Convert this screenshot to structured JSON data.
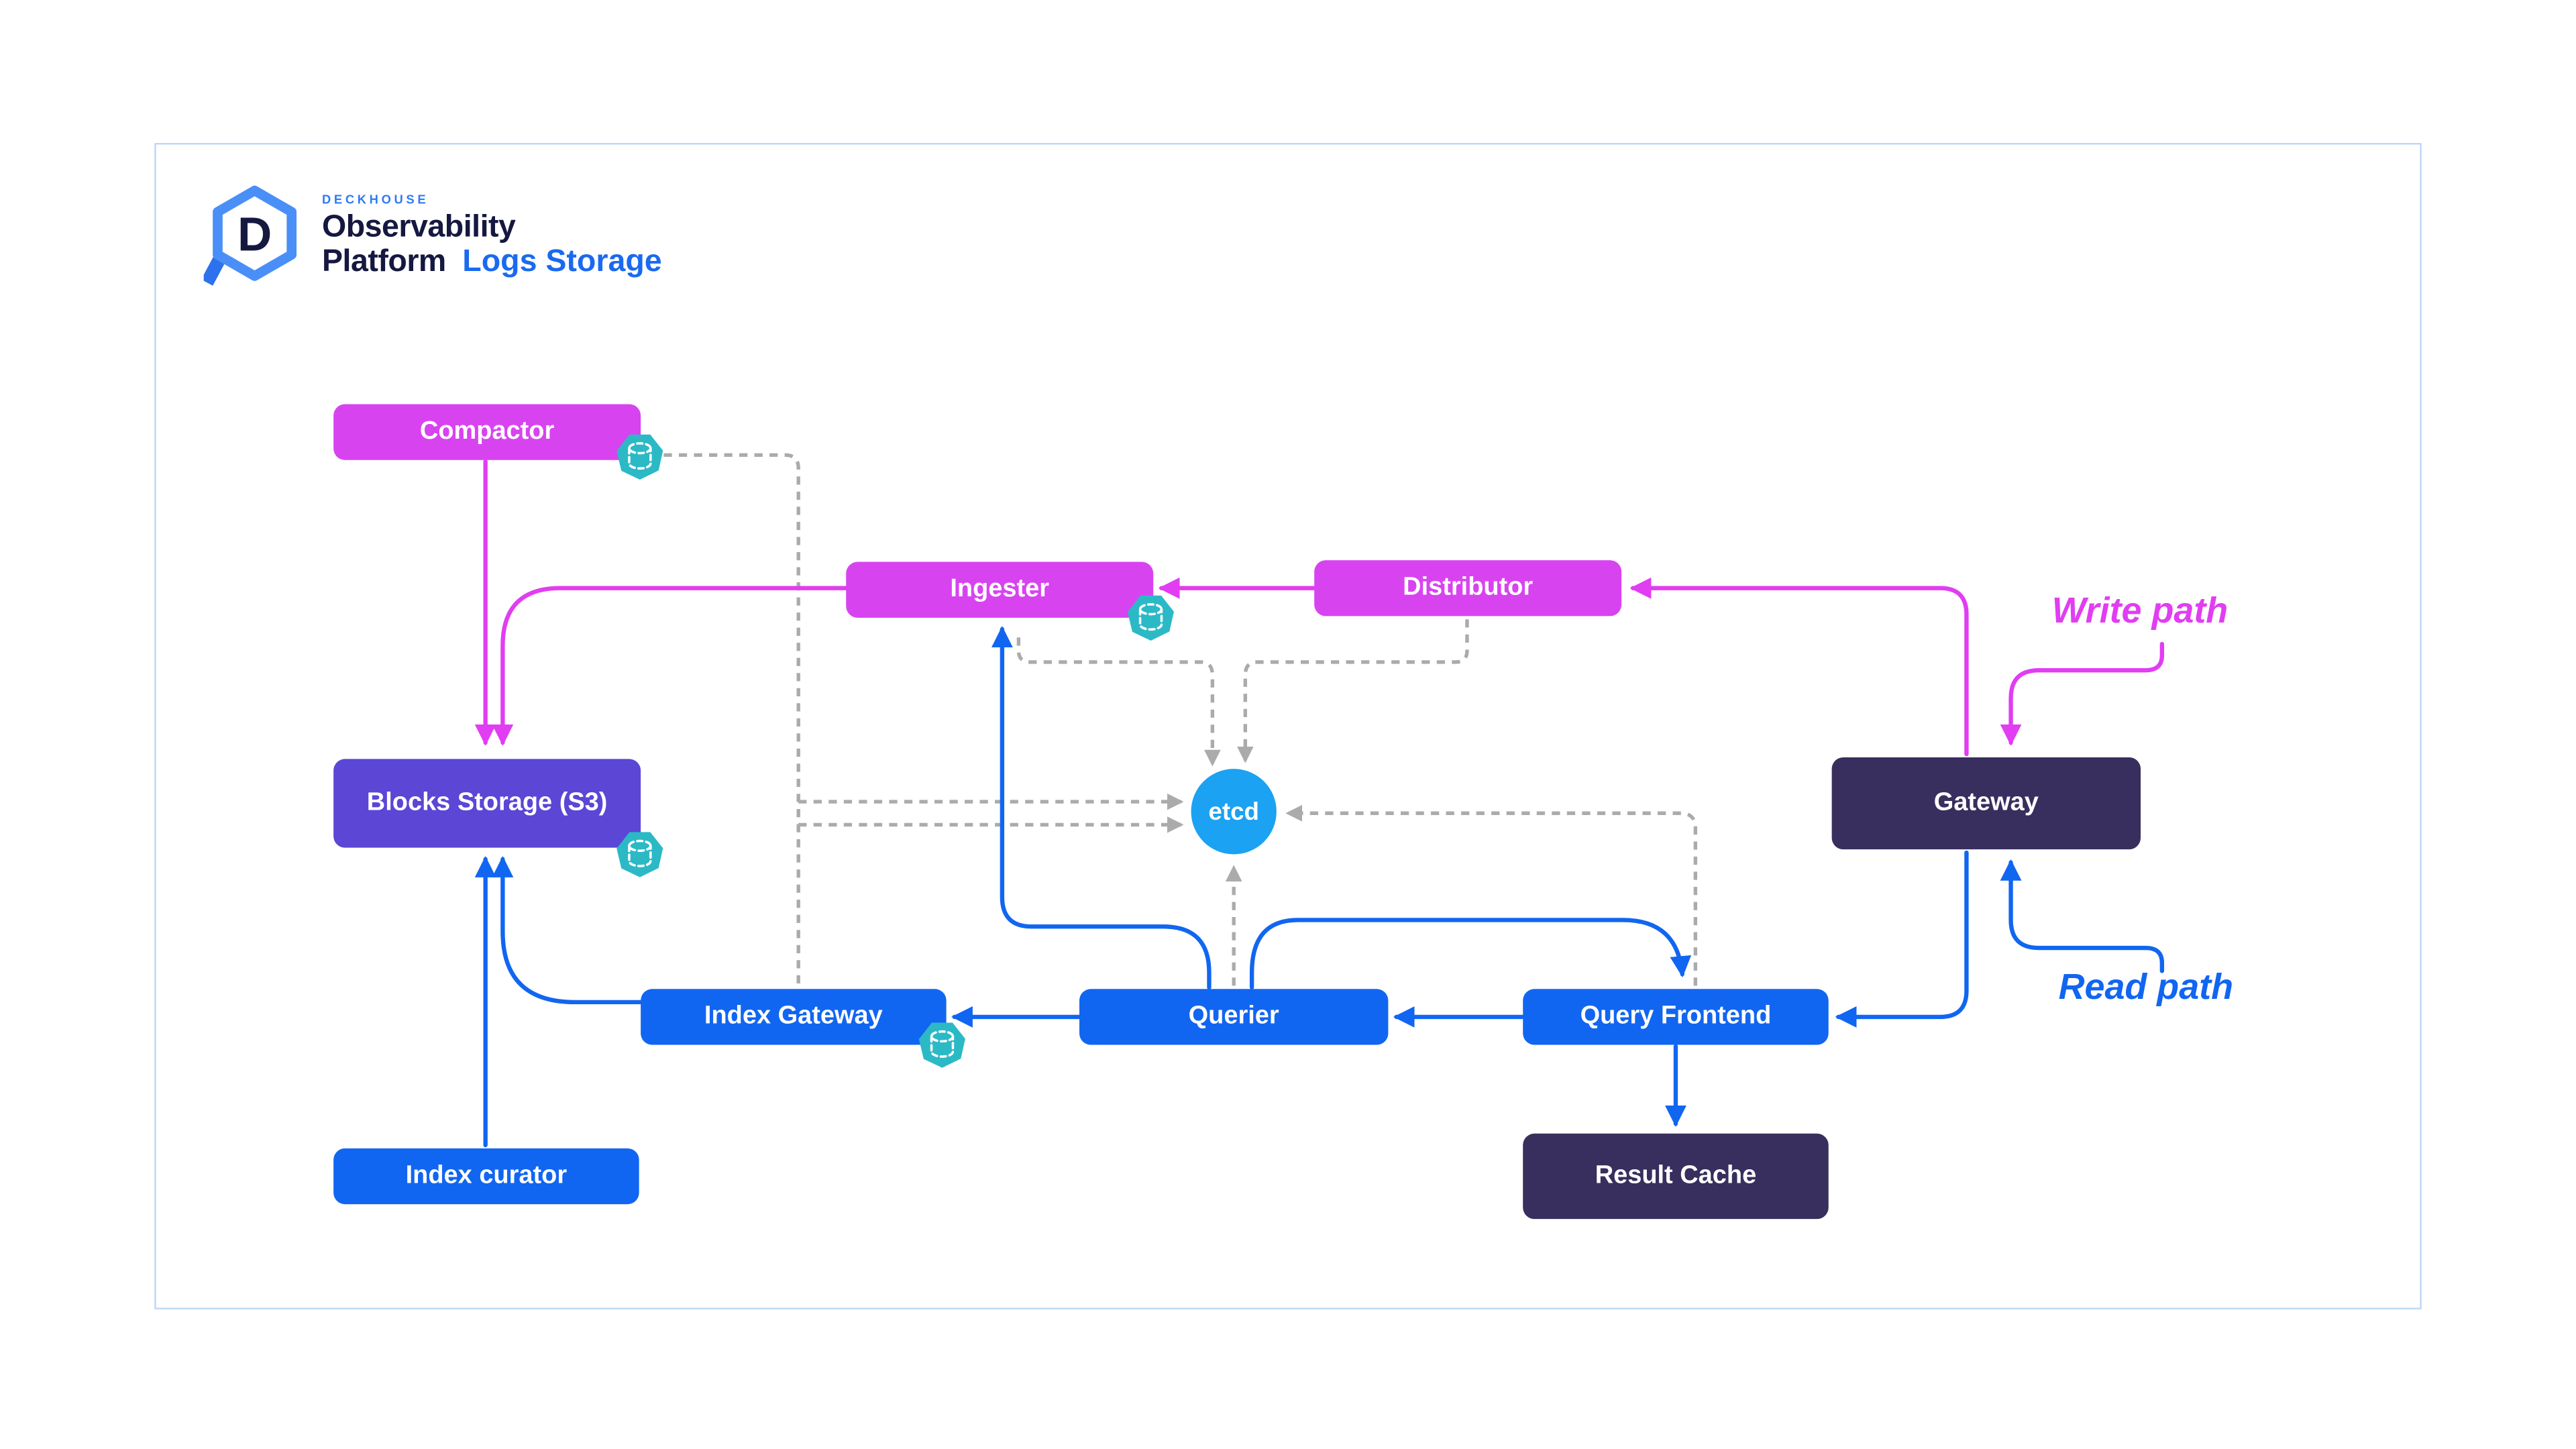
{
  "colors": {
    "magenta": "#e13df2",
    "magenta_box": "#d843f0",
    "blue": "#1166f1",
    "blue_box": "#1166f1",
    "purple_box": "#5b46d6",
    "dark_box": "#382f5e",
    "etcd_blue": "#1ba2f2",
    "teal": "#2cb9c6",
    "dashed_gray": "#ababab",
    "logo_navy": "#15183f",
    "brand_blue": "#2e7bf4",
    "product_blue": "#1a6af0",
    "logo_hex": "#4a8ff7",
    "logo_handle": "#2d72ec",
    "frame": "#bdd7f8"
  },
  "logo": {
    "brand": "DECKHOUSE",
    "title_line1": "Observability",
    "title_line2": "Platform",
    "product": "Logs Storage",
    "letter": "D"
  },
  "annotations": {
    "write_path": "Write path",
    "read_path": "Read path"
  },
  "nodes": {
    "compactor": {
      "label": "Compactor",
      "has_storage_icon": true
    },
    "ingester": {
      "label": "Ingester",
      "has_storage_icon": true
    },
    "distributor": {
      "label": "Distributor",
      "has_storage_icon": false
    },
    "blocks_storage": {
      "label": "Blocks Storage (S3)",
      "has_storage_icon": true
    },
    "gateway": {
      "label": "Gateway",
      "has_storage_icon": false
    },
    "index_gateway": {
      "label": "Index Gateway",
      "has_storage_icon": true
    },
    "querier": {
      "label": "Querier",
      "has_storage_icon": false
    },
    "query_frontend": {
      "label": "Query Frontend",
      "has_storage_icon": false
    },
    "result_cache": {
      "label": "Result Cache",
      "has_storage_icon": false
    },
    "index_curator": {
      "label": "Index curator",
      "has_storage_icon": false
    },
    "etcd": {
      "label": "etcd",
      "has_storage_icon": false
    }
  },
  "edges": {
    "write_path": [
      "Gateway -> Distributor",
      "Distributor -> Ingester",
      "Ingester -> Blocks Storage (S3)",
      "Compactor -> Blocks Storage (S3)"
    ],
    "read_path": [
      "Gateway -> Query Frontend",
      "Query Frontend -> Querier",
      "Querier -> Index Gateway",
      "Querier -> Ingester",
      "Querier -> Query Frontend",
      "Query Frontend -> Result Cache",
      "Index Gateway -> Blocks Storage (S3)",
      "Index curator -> Blocks Storage (S3)"
    ],
    "etcd_registration_dashed": [
      "Compactor -> etcd",
      "Index Gateway -> etcd",
      "Ingester -> etcd",
      "Distributor -> etcd",
      "Querier -> etcd",
      "Query Frontend -> etcd"
    ]
  }
}
